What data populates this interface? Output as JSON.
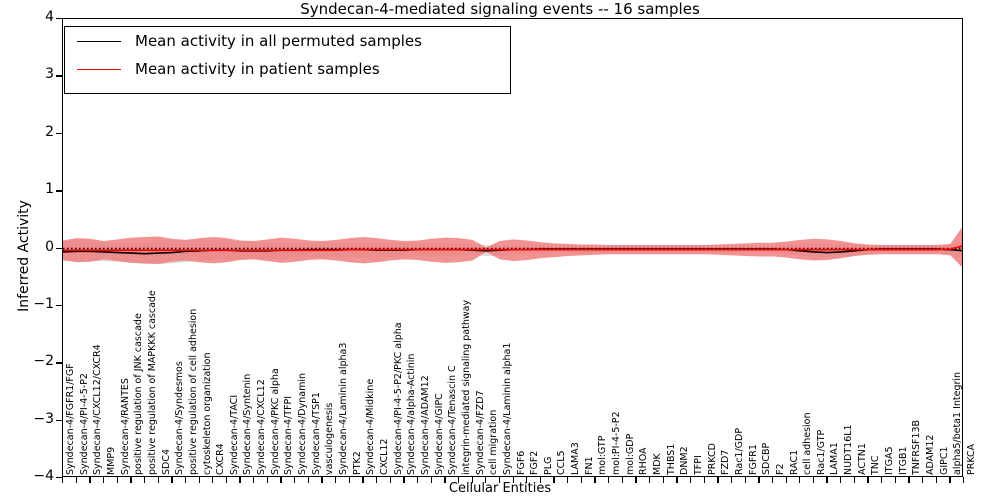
{
  "chart_data": {
    "type": "line",
    "title": "Syndecan-4-mediated signaling events -- 16 samples",
    "xlabel": "Cellular Entities",
    "ylabel": "Inferred Activity",
    "ylim": [
      -4,
      4
    ],
    "yticks": [
      -4,
      -3,
      -2,
      -1,
      0,
      1,
      2,
      3,
      4
    ],
    "grid": false,
    "legend_position": "upper left",
    "legend": [
      {
        "label": "Mean activity in all permuted samples",
        "color": "#000000"
      },
      {
        "label": "Mean activity in patient samples",
        "color": "#ff0000"
      }
    ],
    "categories": [
      "Syndecan-4/FGFR1/FGF",
      "Syndecan-4/PI-4-5-P2",
      "Syndecan-4/CXCL12/CXCR4",
      "MMP9",
      "Syndecan-4/RANTES",
      "positive regulation of JNK cascade",
      "positive regulation of MAPKKK cascade",
      "SDC4",
      "Syndecan-4/Syndesmos",
      "positive regulation of cell adhesion",
      "cytoskeleton organization",
      "CXCR4",
      "Syndecan-4/TACI",
      "Syndecan-4/Syntenin",
      "Syndecan-4/CXCL12",
      "Syndecan-4/PKC alpha",
      "Syndecan-4/TFPI",
      "Syndecan-4/Dynamin",
      "Syndecan-4/TSP1",
      "vasculogenesis",
      "Syndecan-4/Laminin alpha3",
      "PTK2",
      "Syndecan-4/Midkine",
      "CXCL12",
      "Syndecan-4/PI-4-5-P2/PKC alpha",
      "Syndecan-4/alpha-Actinin",
      "Syndecan-4/ADAM12",
      "Syndecan-4/GIPC",
      "Syndecan-4/Tenascin C",
      "integrin-mediated signaling pathway",
      "Syndecan-4/FZD7",
      "cell migration",
      "Syndecan-4/Laminin alpha1",
      "FGF6",
      "FGF2",
      "PLG",
      "CCL5",
      "LAMA3",
      "FN1",
      "mol:GTP",
      "mol:PI-4-5-P2",
      "mol:GDP",
      "RHOA",
      "MDK",
      "THBS1",
      "DNM2",
      "TFPI",
      "PRKCD",
      "FZD7",
      "Rac1/GDP",
      "FGFR1",
      "SDCBP",
      "F2",
      "RAC1",
      "cell adhesion",
      "Rac1/GTP",
      "LAMA1",
      "NUDT16L1",
      "ACTN1",
      "TNC",
      "ITGA5",
      "ITGB1",
      "TNFRSF13B",
      "ADAM12",
      "GIPC1",
      "alpha5/beta1 Integrin",
      "PRKCA"
    ],
    "series": [
      {
        "name": "Mean activity in all permuted samples",
        "color": "#000000",
        "style": "dotted-with-solid",
        "values": [
          -0.06,
          -0.05,
          -0.05,
          -0.06,
          -0.07,
          -0.08,
          -0.09,
          -0.08,
          -0.07,
          -0.05,
          -0.04,
          -0.03,
          -0.03,
          -0.04,
          -0.04,
          -0.04,
          -0.03,
          -0.03,
          -0.02,
          -0.02,
          -0.02,
          -0.02,
          -0.02,
          -0.03,
          -0.03,
          -0.03,
          -0.02,
          -0.02,
          -0.02,
          -0.02,
          -0.03,
          -0.04,
          -0.03,
          -0.02,
          -0.02,
          -0.01,
          -0.01,
          -0.01,
          -0.01,
          -0.01,
          -0.01,
          -0.01,
          -0.01,
          -0.01,
          -0.01,
          -0.01,
          -0.01,
          -0.01,
          -0.01,
          -0.01,
          -0.01,
          -0.01,
          -0.01,
          -0.02,
          -0.04,
          -0.06,
          -0.07,
          -0.06,
          -0.04,
          -0.02,
          -0.01,
          -0.01,
          -0.01,
          -0.01,
          -0.01,
          -0.02,
          -0.04
        ],
        "band_color": "#bfbfbf",
        "band_upper": [
          0.12,
          0.13,
          0.12,
          0.11,
          0.1,
          0.1,
          0.11,
          0.12,
          0.13,
          0.14,
          0.14,
          0.13,
          0.12,
          0.12,
          0.12,
          0.11,
          0.11,
          0.11,
          0.1,
          0.1,
          0.1,
          0.1,
          0.1,
          0.1,
          0.1,
          0.1,
          0.09,
          0.09,
          0.09,
          0.08,
          0.07,
          0.06,
          0.06,
          0.05,
          0.05,
          0.05,
          0.05,
          0.05,
          0.05,
          0.05,
          0.05,
          0.05,
          0.05,
          0.05,
          0.05,
          0.05,
          0.05,
          0.05,
          0.05,
          0.05,
          0.05,
          0.05,
          0.05,
          0.06,
          0.07,
          0.08,
          0.08,
          0.08,
          0.07,
          0.06,
          0.05,
          0.05,
          0.05,
          0.05,
          0.05,
          0.06,
          0.16
        ],
        "band_lower": [
          -0.22,
          -0.23,
          -0.22,
          -0.22,
          -0.23,
          -0.25,
          -0.27,
          -0.27,
          -0.26,
          -0.24,
          -0.22,
          -0.2,
          -0.19,
          -0.19,
          -0.19,
          -0.19,
          -0.18,
          -0.17,
          -0.16,
          -0.16,
          -0.16,
          -0.16,
          -0.15,
          -0.16,
          -0.16,
          -0.15,
          -0.14,
          -0.13,
          -0.13,
          -0.12,
          -0.12,
          -0.13,
          -0.13,
          -0.11,
          -0.1,
          -0.09,
          -0.08,
          -0.08,
          -0.08,
          -0.07,
          -0.07,
          -0.07,
          -0.07,
          -0.07,
          -0.07,
          -0.07,
          -0.07,
          -0.07,
          -0.07,
          -0.07,
          -0.07,
          -0.07,
          -0.08,
          -0.09,
          -0.12,
          -0.15,
          -0.16,
          -0.15,
          -0.12,
          -0.09,
          -0.07,
          -0.07,
          -0.07,
          -0.07,
          -0.07,
          -0.09,
          -0.2
        ]
      },
      {
        "name": "Mean activity in patient samples",
        "color": "#ff0000",
        "style": "solid",
        "values": [
          -0.03,
          -0.03,
          -0.03,
          -0.03,
          -0.03,
          -0.03,
          -0.03,
          -0.03,
          -0.03,
          -0.03,
          -0.03,
          -0.03,
          -0.03,
          -0.03,
          -0.03,
          -0.03,
          -0.03,
          -0.03,
          -0.03,
          -0.03,
          -0.03,
          -0.02,
          -0.02,
          -0.02,
          -0.02,
          -0.02,
          -0.02,
          -0.02,
          -0.02,
          -0.02,
          -0.02,
          -0.02,
          -0.02,
          -0.02,
          -0.02,
          -0.02,
          -0.02,
          -0.02,
          -0.02,
          -0.02,
          -0.02,
          -0.02,
          -0.02,
          -0.02,
          -0.02,
          -0.02,
          -0.02,
          -0.02,
          -0.02,
          -0.02,
          -0.02,
          -0.02,
          -0.02,
          -0.02,
          -0.02,
          -0.02,
          -0.02,
          -0.02,
          -0.02,
          -0.02,
          -0.02,
          -0.02,
          -0.02,
          -0.02,
          -0.02,
          -0.01,
          0.05
        ],
        "band_color": "#f08080",
        "band_upper": [
          0.14,
          0.18,
          0.17,
          0.13,
          0.16,
          0.19,
          0.2,
          0.21,
          0.17,
          0.15,
          0.18,
          0.2,
          0.18,
          0.14,
          0.13,
          0.16,
          0.19,
          0.17,
          0.14,
          0.13,
          0.15,
          0.18,
          0.2,
          0.18,
          0.15,
          0.13,
          0.14,
          0.17,
          0.19,
          0.18,
          0.15,
          0.02,
          0.13,
          0.16,
          0.14,
          0.11,
          0.09,
          0.08,
          0.07,
          0.07,
          0.06,
          0.06,
          0.06,
          0.06,
          0.06,
          0.06,
          0.06,
          0.06,
          0.07,
          0.08,
          0.09,
          0.1,
          0.1,
          0.12,
          0.15,
          0.17,
          0.16,
          0.13,
          0.09,
          0.07,
          0.06,
          0.06,
          0.06,
          0.06,
          0.06,
          0.08,
          0.42
        ],
        "band_lower": [
          -0.2,
          -0.24,
          -0.23,
          -0.19,
          -0.22,
          -0.25,
          -0.26,
          -0.27,
          -0.23,
          -0.21,
          -0.24,
          -0.26,
          -0.24,
          -0.2,
          -0.19,
          -0.22,
          -0.25,
          -0.23,
          -0.2,
          -0.19,
          -0.21,
          -0.24,
          -0.26,
          -0.24,
          -0.21,
          -0.19,
          -0.2,
          -0.23,
          -0.25,
          -0.24,
          -0.21,
          -0.06,
          -0.19,
          -0.22,
          -0.2,
          -0.17,
          -0.15,
          -0.13,
          -0.12,
          -0.11,
          -0.1,
          -0.1,
          -0.1,
          -0.1,
          -0.1,
          -0.1,
          -0.1,
          -0.1,
          -0.11,
          -0.12,
          -0.13,
          -0.14,
          -0.14,
          -0.16,
          -0.19,
          -0.21,
          -0.2,
          -0.17,
          -0.13,
          -0.11,
          -0.1,
          -0.1,
          -0.1,
          -0.1,
          -0.1,
          -0.12,
          -0.36
        ]
      }
    ]
  }
}
